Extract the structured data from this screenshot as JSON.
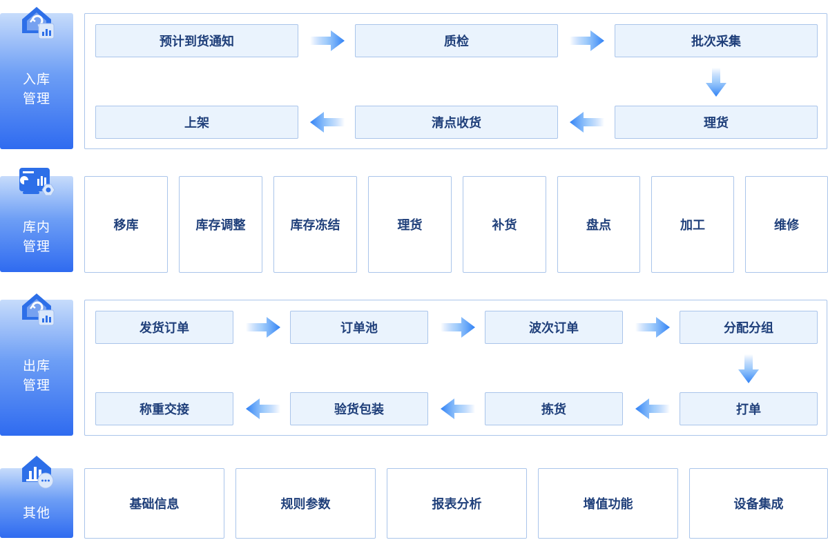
{
  "sections": {
    "inbound": {
      "label": "入库管理",
      "row1": [
        "预计到货通知",
        "质检",
        "批次采集"
      ],
      "row2": [
        "上架",
        "清点收货",
        "理货"
      ]
    },
    "inventory": {
      "label": "库内管理",
      "items": [
        "移库",
        "库存调整",
        "库存冻结",
        "理货",
        "补货",
        "盘点",
        "加工",
        "维修"
      ]
    },
    "outbound": {
      "label": "出库管理",
      "row1": [
        "发货订单",
        "订单池",
        "波次订单",
        "分配分组"
      ],
      "row2": [
        "称重交接",
        "验货包装",
        "拣货",
        "打单"
      ]
    },
    "other": {
      "label": "其他",
      "items": [
        "基础信息",
        "规则参数",
        "报表分析",
        "增值功能",
        "设备集成"
      ]
    }
  },
  "icons": [
    "warehouse-chart-icon",
    "dashboard-gear-icon",
    "warehouse-chart-icon",
    "warehouse-bars-icon"
  ],
  "colors": {
    "accent": "#2f6bf0",
    "node_bg": "#eaf3fd",
    "border": "#a9c4ea",
    "text": "#1f3f7a"
  }
}
